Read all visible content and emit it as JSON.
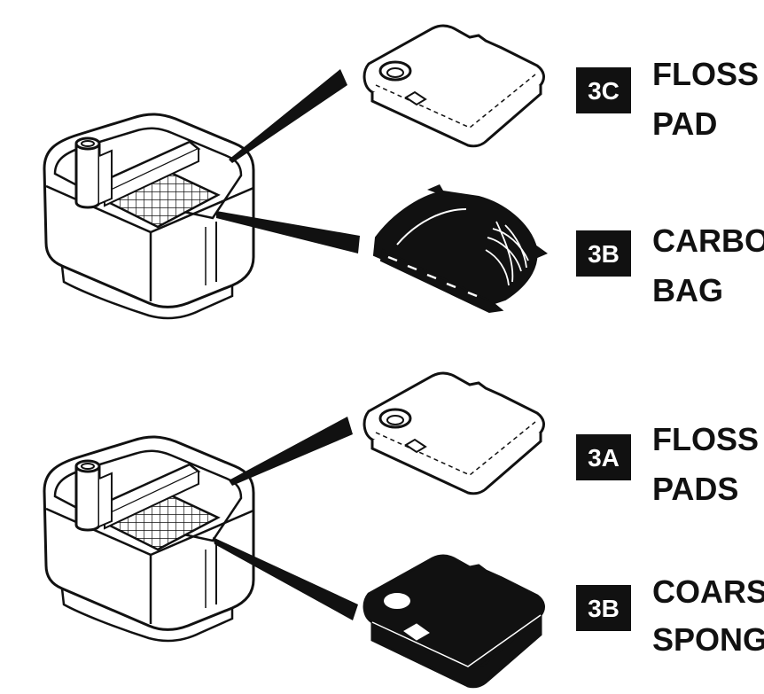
{
  "colors": {
    "ink": "#111111",
    "paper": "#ffffff"
  },
  "callouts": [
    {
      "badge": "3C",
      "line1": "FLOSS",
      "line2": "PAD",
      "part_icon": "floss-pad-icon"
    },
    {
      "badge": "3B",
      "line1": "CARBON",
      "line2": "BAG",
      "part_icon": "carbon-bag-icon"
    },
    {
      "badge": "3A",
      "line1": "FLOSS",
      "line2": "PADS",
      "part_icon": "floss-pads-icon"
    },
    {
      "badge": "3B",
      "line1": "COARSE",
      "line2": "SPONGE",
      "part_icon": "coarse-sponge-icon"
    }
  ],
  "baskets": [
    {
      "icon": "filter-basket-icon"
    },
    {
      "icon": "filter-basket-icon"
    }
  ]
}
